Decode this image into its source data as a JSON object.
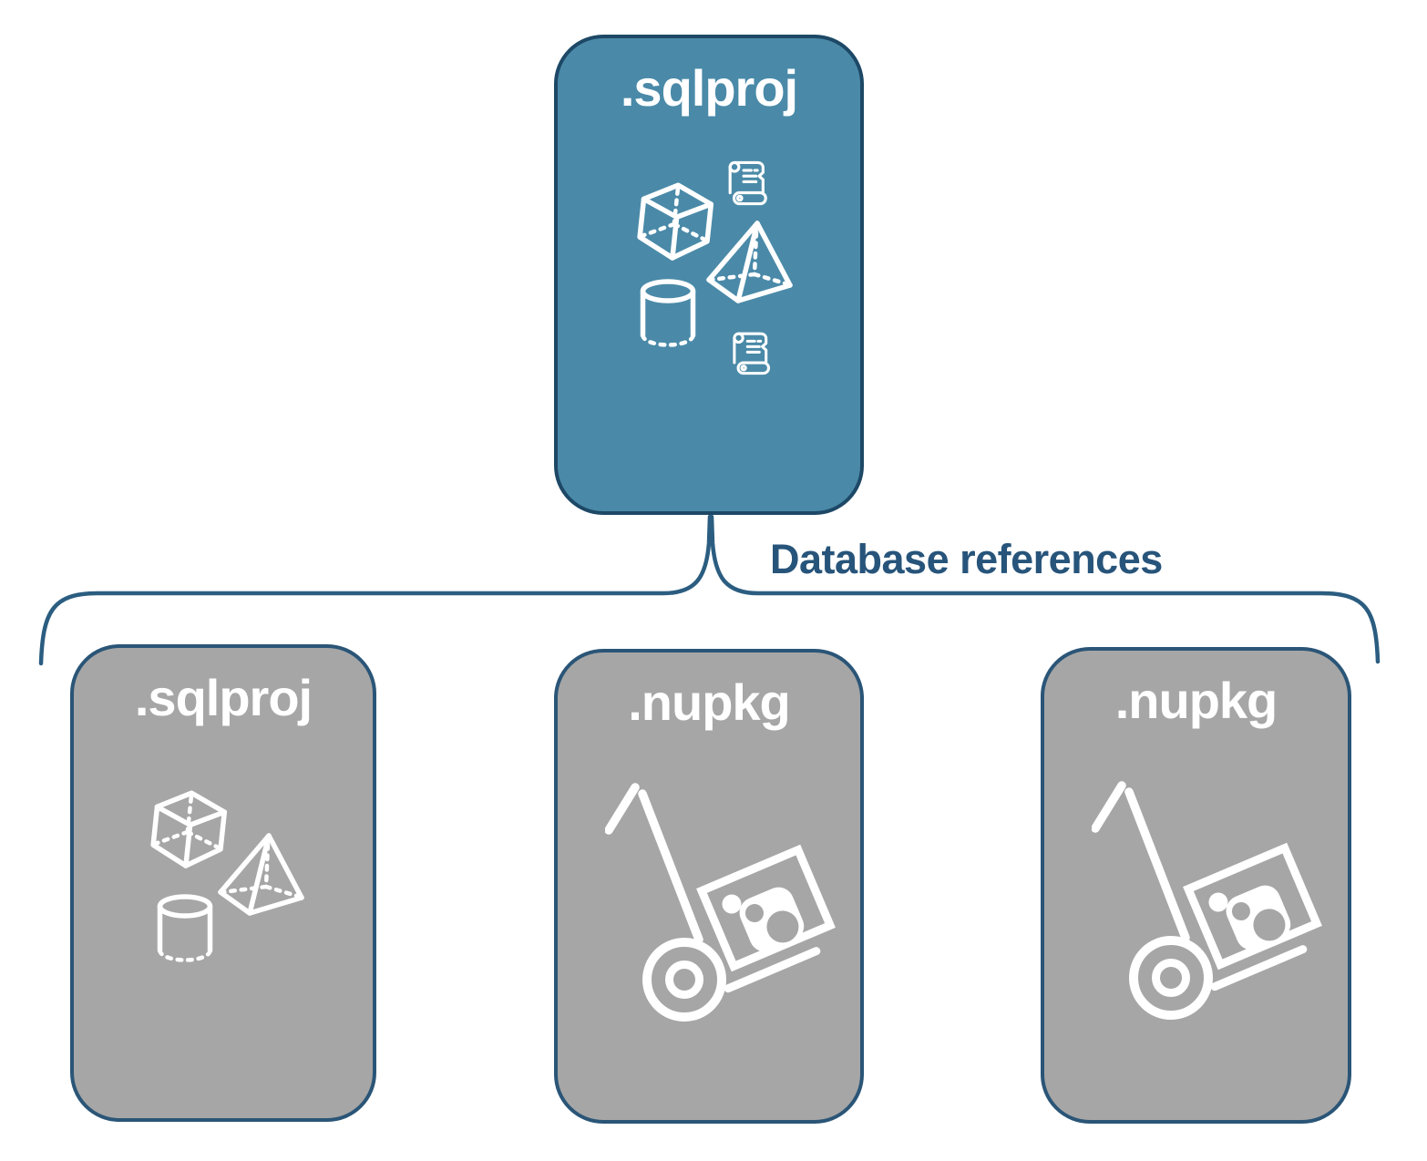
{
  "diagram": {
    "root_node": {
      "label": ".sqlproj"
    },
    "edge_label": "Database references",
    "child_nodes": [
      {
        "label": ".sqlproj"
      },
      {
        "label": ".nupkg"
      },
      {
        "label": ".nupkg"
      }
    ],
    "icons": {
      "root": [
        "cube-icon",
        "script-scroll-icon",
        "pyramid-icon",
        "cylinder-icon",
        "script-scroll-icon"
      ],
      "child_sqlproj": [
        "cube-icon",
        "pyramid-icon",
        "cylinder-icon"
      ],
      "child_nupkg": [
        "package-dolly-icon"
      ]
    },
    "colors": {
      "root_fill": "#4a8aa8",
      "root_border": "#1d4866",
      "child_fill": "#a6a6a6",
      "child_border": "#2a5577",
      "brace_stroke": "#2b5d80",
      "edge_label_text": "#27547a",
      "node_label_text": "#ffffff",
      "icon_stroke": "#ffffff",
      "background": "#ffffff"
    }
  }
}
